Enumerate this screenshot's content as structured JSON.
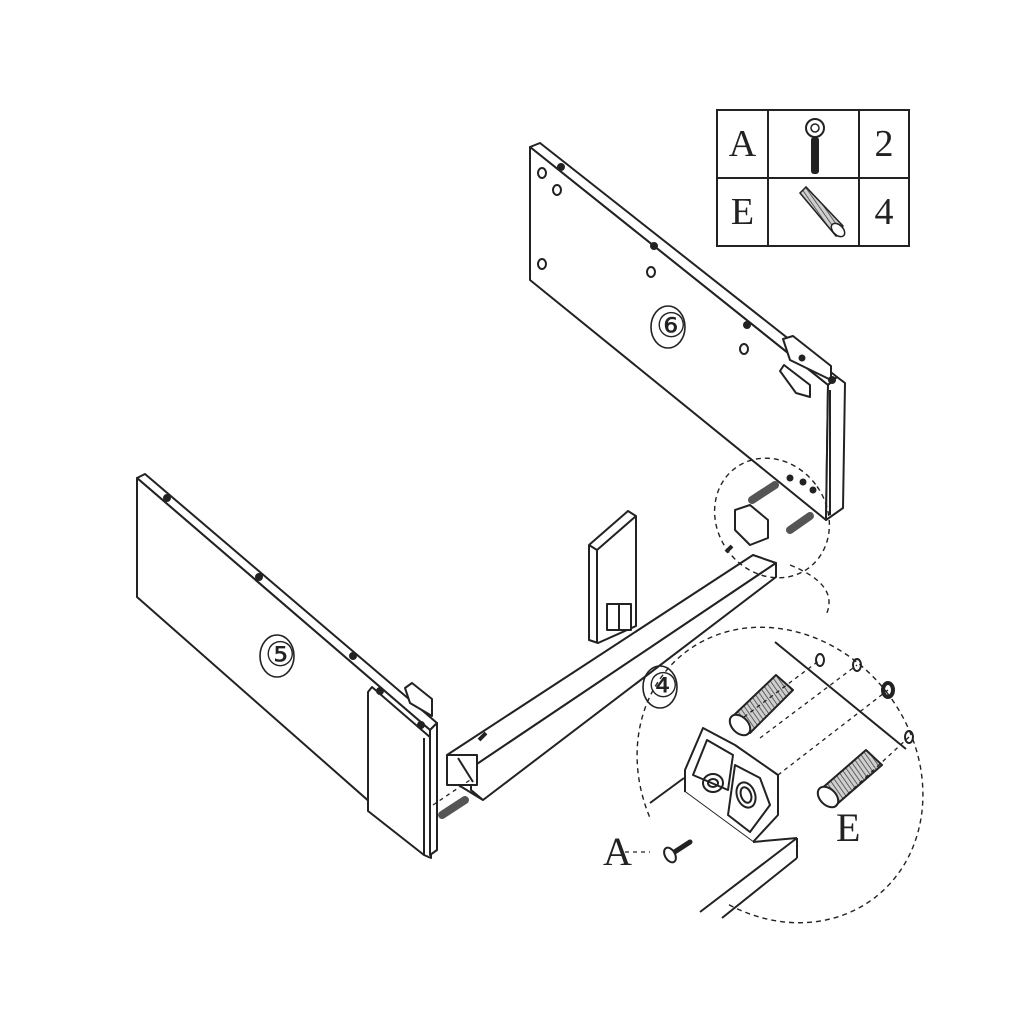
{
  "diagram": {
    "type": "furniture-assembly-step",
    "parts_table": {
      "rows": [
        {
          "code": "A",
          "icon": "screw-icon",
          "quantity": "2"
        },
        {
          "code": "E",
          "icon": "wooden-dowel-icon",
          "quantity": "4"
        }
      ]
    },
    "panels": [
      {
        "id": "panel-5",
        "label": "⑤"
      },
      {
        "id": "panel-6",
        "label": "⑥"
      },
      {
        "id": "panel-4",
        "label": "④"
      }
    ],
    "detail_callout": {
      "labels": {
        "screw": "A",
        "dowel": "E"
      }
    },
    "colors": {
      "line": "#222222",
      "background": "#ffffff",
      "dowel_fill": "#888888"
    }
  }
}
